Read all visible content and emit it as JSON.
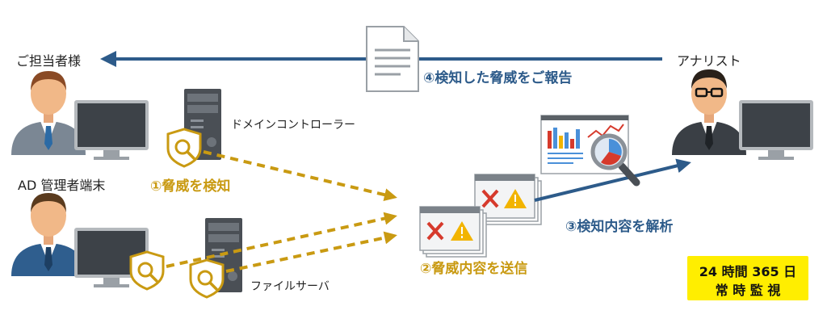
{
  "labels": {
    "recipient": "ご担当者様",
    "analyst": "アナリスト",
    "ad_terminal": "AD 管理者端末",
    "domain_controller": "ドメインコントローラー",
    "file_server": "ファイルサーバ"
  },
  "steps": {
    "detect": "①脅威を検知",
    "send": "②脅威内容を送信",
    "analyze": "③検知内容を解析",
    "report": "④検知した脅威をご報告"
  },
  "badge": {
    "line1": "24 時間 365 日",
    "line2": "常 時 監 視"
  },
  "colors": {
    "gold": "#c99a12",
    "blue": "#2d5b8a",
    "alert_red": "#d63a2c",
    "warning_yellow": "#f2b400",
    "badge_yellow": "#ffee00"
  }
}
